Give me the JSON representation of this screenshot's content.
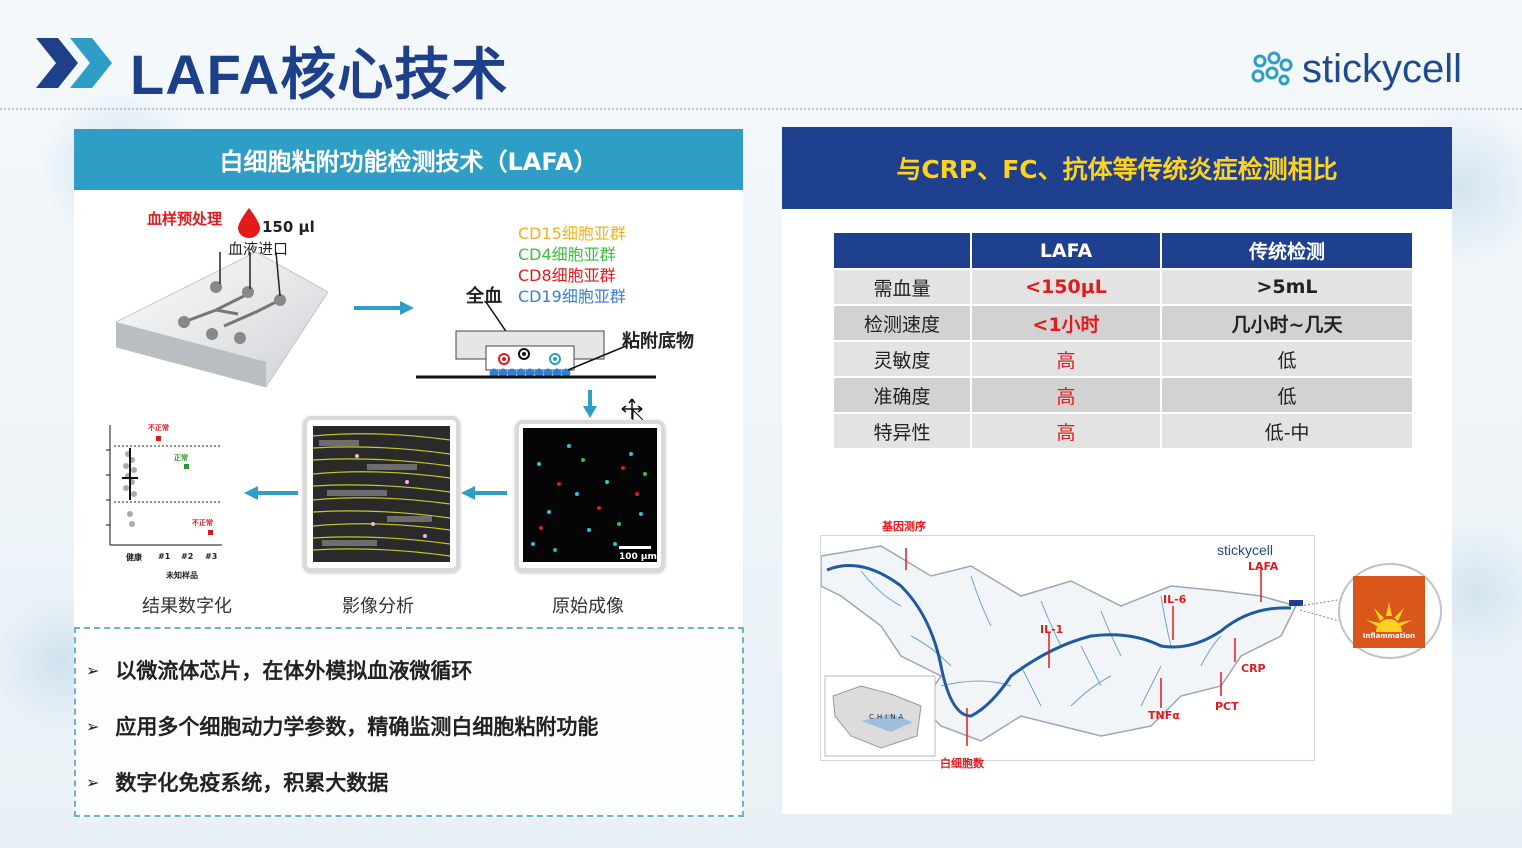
{
  "header": {
    "title": "LAFA核心技术",
    "logo_text": "stickycell"
  },
  "left": {
    "header": "白细胞粘附功能检测技术（LAFA）",
    "pretreat_label": "血样预处理",
    "volume": "150 μl",
    "inlet_label": "血液进口",
    "whole_blood": "全血",
    "adhesion_substrate": "粘附底物",
    "cd_labels": [
      "CD15细胞亚群",
      "CD4细胞亚群",
      "CD8细胞亚群",
      "CD19细胞亚群"
    ],
    "cd_colors": [
      "#f2b21b",
      "#3dbf3d",
      "#e21a1a",
      "#3a7fd5"
    ],
    "scale_bar": "100 μm",
    "plot": {
      "abnormal_top": "不正常",
      "normal": "正常",
      "abnormal_bottom": "不正常",
      "x_labels": [
        "健康",
        "#1",
        "#2",
        "#3"
      ],
      "unknown_label": "未知样品"
    },
    "captions": [
      "结果数字化",
      "影像分析",
      "原始成像"
    ],
    "bullets": [
      "以微流体芯片，在体外模拟血液微循环",
      "应用多个细胞动力学参数，精确监测白细胞粘附功能",
      "数字化免疫系统，积累大数据"
    ]
  },
  "right": {
    "header": "与CRP、FC、抗体等传统炎症检测相比",
    "table": {
      "headers": [
        "",
        "LAFA",
        "传统检测"
      ],
      "rows": [
        [
          "需血量",
          "<150μL",
          ">5mL"
        ],
        [
          "检测速度",
          "<1小时",
          "几小时~几天"
        ],
        [
          "灵敏度",
          "高",
          "低"
        ],
        [
          "准确度",
          "高",
          "低"
        ],
        [
          "特异性",
          "高",
          "低-中"
        ]
      ]
    },
    "map": {
      "logo": "stickycell",
      "labels": {
        "gene": "基因测序",
        "lafa": "LAFA",
        "il6": "IL-6",
        "il1": "IL-1",
        "crp": "CRP",
        "tnfa": "TNFα",
        "pct": "PCT",
        "wbc": "白细胞数",
        "china": "CHINA"
      },
      "inflammation": "Inflammation"
    }
  }
}
